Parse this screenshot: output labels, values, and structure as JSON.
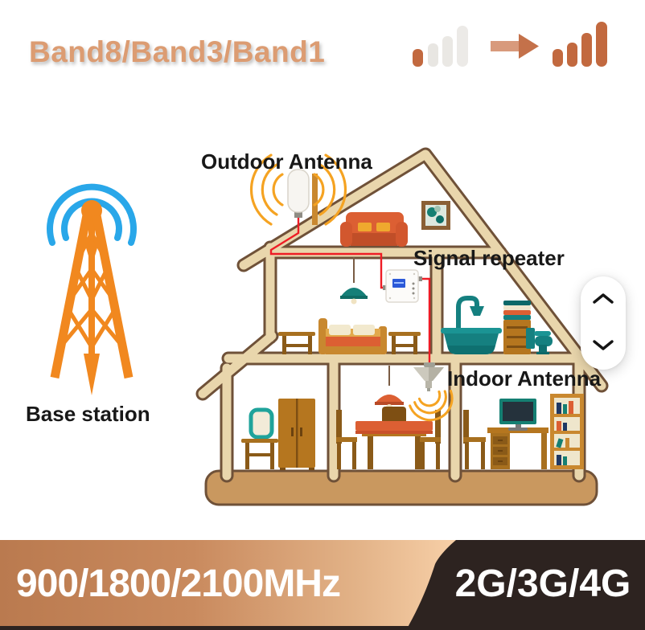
{
  "header": {
    "title": "Band8/Band3/Band1",
    "title_color": "#DC9C72"
  },
  "signal_upgrade": {
    "before_icon": "weak-signal-bars-icon",
    "arrow_icon": "right-arrow-icon",
    "after_icon": "strong-signal-bars-icon",
    "active_bar_color": "#C2693F",
    "inactive_bar_color": "#E8E6E2",
    "bars_total": 4,
    "bars_active_before": 1,
    "bars_active_after": 4
  },
  "diagram": {
    "labels": {
      "outdoor_antenna": "Outdoor Antenna",
      "signal_repeater": "Signal repeater",
      "indoor_antenna": "Indoor Antenna",
      "base_station": "Base station"
    },
    "colors": {
      "tower_orange": "#F1881F",
      "radio_wave_blue": "#29A7E9",
      "radio_wave_orange": "#F5A322",
      "cable_red": "#EE1C25",
      "house_frame_fill": "#E9D6AC",
      "house_frame_outline": "#6F5138",
      "foundation": "#C9985F",
      "teal_fixtures": "#158080",
      "wood_furniture": "#B5761F",
      "sofa_orange": "#DC5F33",
      "repeater_screen_blue": "#2B59D8"
    }
  },
  "scroll_control": {
    "up_icon": "chevron-up-icon",
    "down_icon": "chevron-down-icon"
  },
  "banner": {
    "frequencies": "900/1800/2100MHz",
    "networks": "2G/3G/4G",
    "gradient_start": "#BA7A4F",
    "gradient_end": "#F6CEA6",
    "dark_background": "#2D2320",
    "text_color": "#FFFFFF"
  }
}
